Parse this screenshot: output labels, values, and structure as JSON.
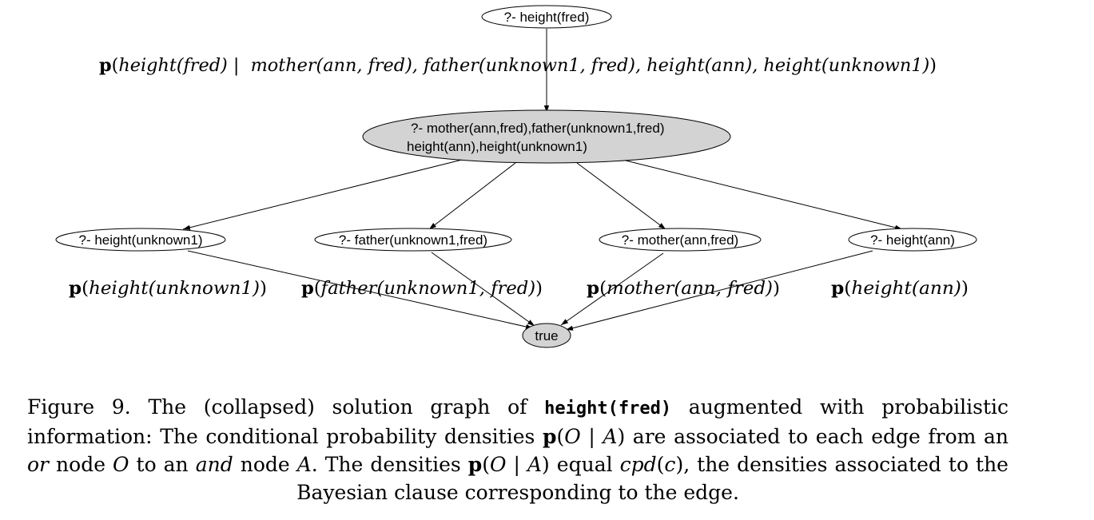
{
  "nodes": {
    "query": "?- height(fred)",
    "and_line1": "?- mother(ann,fred),father(unknown1,fred)",
    "and_line2": "height(ann),height(unknown1)",
    "or1": "?- height(unknown1)",
    "or2": "?- father(unknown1,fred)",
    "or3": "?- mother(ann,fred)",
    "or4": "?- height(ann)",
    "true": "true"
  },
  "probabilities": {
    "top": {
      "p": "p",
      "open": "(",
      "head": "height(fred)",
      "bar": " |  ",
      "body": "mother(ann, fred), father(unknown1, fred), height(ann), height(unknown1)",
      "close": ")"
    },
    "e1": {
      "p": "p",
      "open": "(",
      "arg": "height(unknown1)",
      "close": ")"
    },
    "e2": {
      "p": "p",
      "open": "(",
      "arg": "father(unknown1, fred)",
      "close": ")"
    },
    "e3": {
      "p": "p",
      "open": "(",
      "arg": "mother(ann, fred)",
      "close": ")"
    },
    "e4": {
      "p": "p",
      "open": "(",
      "arg": "height(ann)",
      "close": ")"
    }
  },
  "caption": {
    "t1": "Figure 9. The (collapsed) solution graph of ",
    "code": "height(fred)",
    "t2": " augmented with probabilistic information: The conditional probability densities ",
    "p1": "p",
    "t3": "(",
    "o1": "O",
    "t4": " | ",
    "a1": "A",
    "t5": ") are associated to each edge from an ",
    "or": "or",
    "t6": " node ",
    "o2": "O",
    "t7": " to an ",
    "and": "and",
    "t8": " node ",
    "a2": "A",
    "t9": ". The densities ",
    "p2": "p",
    "t10": "(",
    "o3": "O",
    "t11": " | ",
    "a3": "A",
    "t12": ") equal ",
    "cpd": "cpd",
    "t13": "(",
    "c": "c",
    "t14": "), the densities associated to the Bayesian clause corresponding to the edge."
  },
  "colors": {
    "and_node_fill": "#d3d3d3",
    "or_node_fill": "#ffffff",
    "true_node_fill": "#d3d3d3",
    "stroke": "#000000"
  }
}
